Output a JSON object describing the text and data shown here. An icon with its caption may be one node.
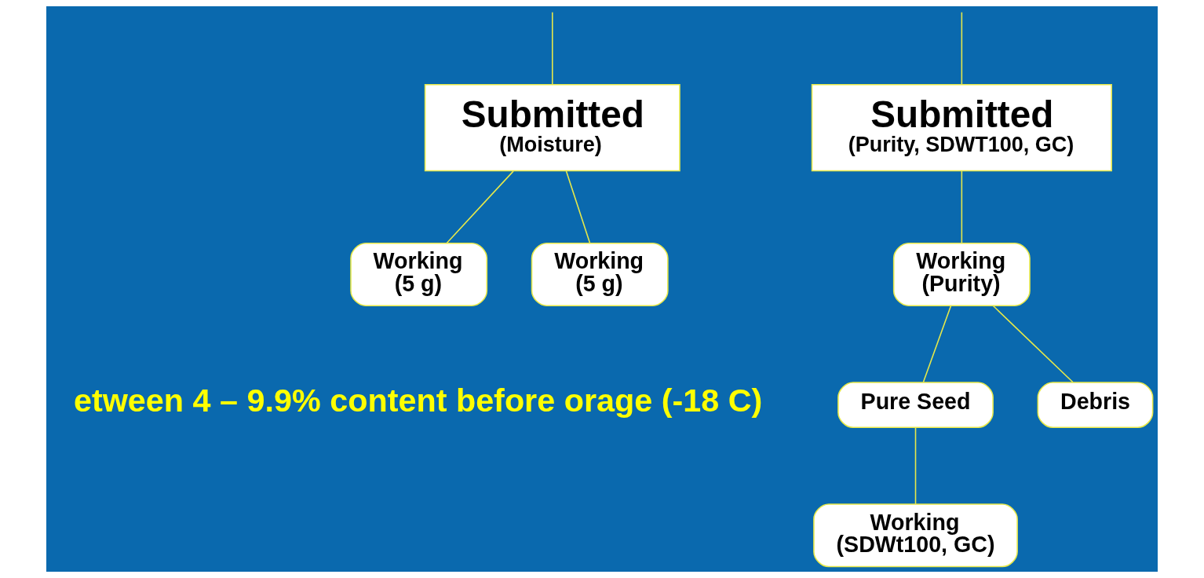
{
  "diagram": {
    "nodes": [
      {
        "text": [
          "Submitted",
          "(Moisture)"
        ]
      },
      {
        "text": [
          "Working (5 g)"
        ]
      },
      {
        "text": [
          "Working (5 g)"
        ]
      },
      {
        "text": [
          "Submitted",
          "(Purity, SDWT100, GC)"
        ]
      },
      {
        "text": [
          "Working (Purity)"
        ]
      },
      {
        "text": [
          "Pure Seed"
        ]
      },
      {
        "text": [
          "Debris"
        ]
      },
      {
        "text": [
          "Working (SDWt100, GC)"
        ]
      }
    ],
    "edges": [
      {
        "from": null,
        "to": 0,
        "arrow": "none"
      },
      {
        "from": 0,
        "to": 1,
        "arrow": "none"
      },
      {
        "from": 0,
        "to": 2,
        "arrow": "none"
      },
      {
        "from": null,
        "to": 3,
        "arrow": "none"
      },
      {
        "from": 3,
        "to": 4,
        "arrow": "none"
      },
      {
        "from": 4,
        "to": 5,
        "arrow": "none"
      },
      {
        "from": 4,
        "to": 6,
        "arrow": "none"
      },
      {
        "from": 5,
        "to": 7,
        "arrow": "none"
      }
    ],
    "labels": [
      "etween 4 – 9.9% content before orage (-18 C)"
    ]
  }
}
